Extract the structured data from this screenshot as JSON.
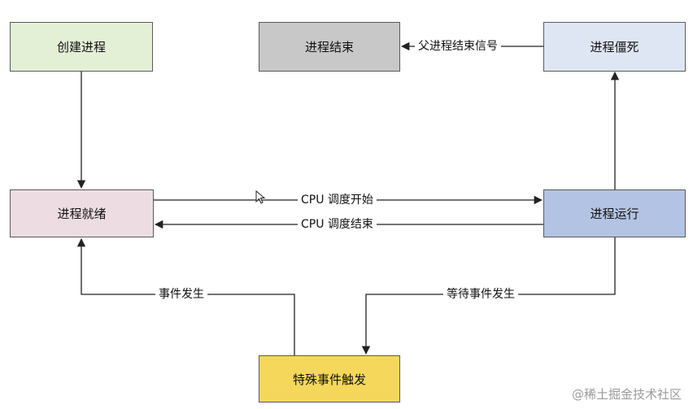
{
  "nodes": {
    "create": {
      "label": "创建进程",
      "color": "#e3f0d6"
    },
    "end": {
      "label": "进程结束",
      "color": "#c8c8c8"
    },
    "zombie": {
      "label": "进程僵死",
      "color": "#dfe6f3"
    },
    "ready": {
      "label": "进程就绪",
      "color": "#eddde3"
    },
    "running": {
      "label": "进程运行",
      "color": "#b3c3e3"
    },
    "special": {
      "label": "特殊事件触发",
      "color": "#f5d75c"
    }
  },
  "edges": {
    "parent_end_signal": "父进程结束信号",
    "cpu_start": "CPU 调度开始",
    "cpu_end": "CPU 调度结束",
    "event_occur": "事件发生",
    "wait_event": "等待事件发生"
  },
  "watermark": "@稀土掘金技术社区",
  "icons": {
    "cursor": "mouse-pointer-icon"
  }
}
